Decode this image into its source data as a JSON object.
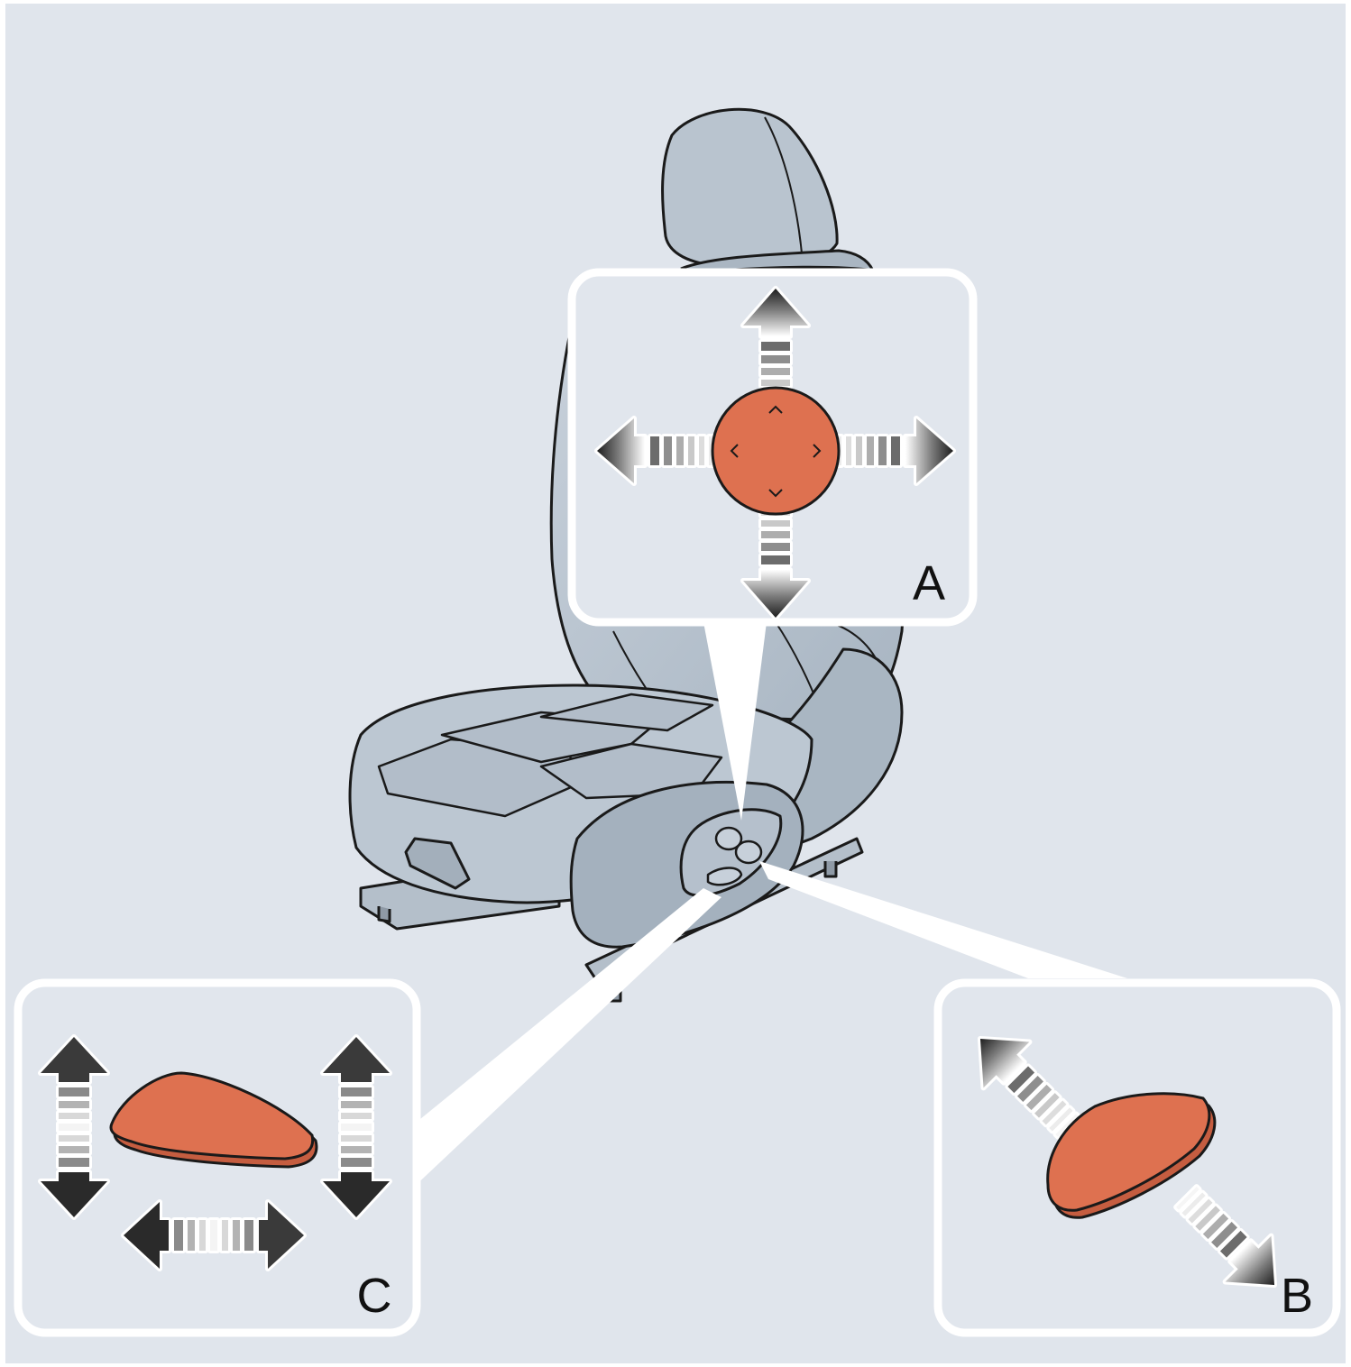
{
  "callouts": {
    "a": {
      "label": "A"
    },
    "b": {
      "label": "B"
    },
    "c": {
      "label": "C"
    }
  },
  "colors": {
    "background": "#e0e5ec",
    "seat_fill": "#bfc9d3",
    "seat_shade": "#a9b6c2",
    "control_orange": "#de7150",
    "panel_fill": "#e1e6ed",
    "panel_border": "#ffffff",
    "outline": "#1a1a1a"
  },
  "icons": [
    "car-seat-icon",
    "multi-direction-control-icon",
    "recline-switch-icon",
    "seat-adjust-switch-icon"
  ]
}
